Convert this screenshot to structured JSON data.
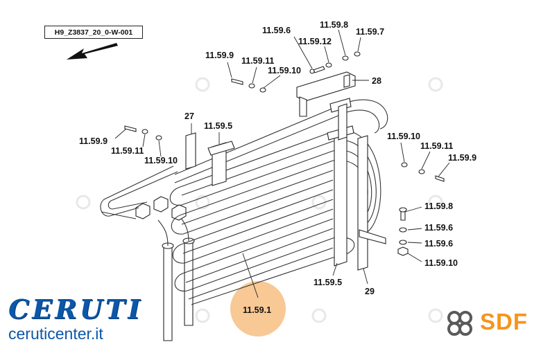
{
  "diagram": {
    "reference_code": "H9_Z3837_20_0-W-001",
    "highlight_color": "#f7c28a",
    "labels": {
      "p_11_59_6_top": "11.59.6",
      "p_11_59_8_top": "11.59.8",
      "p_11_59_7": "11.59.7",
      "p_11_59_12": "11.59.12",
      "p_11_59_9_top": "11.59.9",
      "p_11_59_11_top": "11.59.11",
      "p_11_59_10_top": "11.59.10",
      "p_28": "28",
      "p_27": "27",
      "p_11_59_5_top": "11.59.5",
      "p_11_59_9_left": "11.59.9",
      "p_11_59_11_left": "11.59.11",
      "p_11_59_10_left": "11.59.10",
      "p_11_59_10_right": "11.59.10",
      "p_11_59_11_right": "11.59.11",
      "p_11_59_9_right": "11.59.9",
      "p_11_59_8_right": "11.59.8",
      "p_11_59_6_right_a": "11.59.6",
      "p_11_59_6_right_b": "11.59.6",
      "p_11_59_10_bottom": "11.59.10",
      "p_11_59_5_bottom": "11.59.5",
      "p_29": "29",
      "p_11_59_1": "11.59.1"
    }
  },
  "branding": {
    "dealer_name": "CERUTI",
    "dealer_site": "ceruticenter.it",
    "manufacturer": "SDF",
    "brand_blue": "#0b57a8",
    "brand_orange": "#f7941d"
  }
}
